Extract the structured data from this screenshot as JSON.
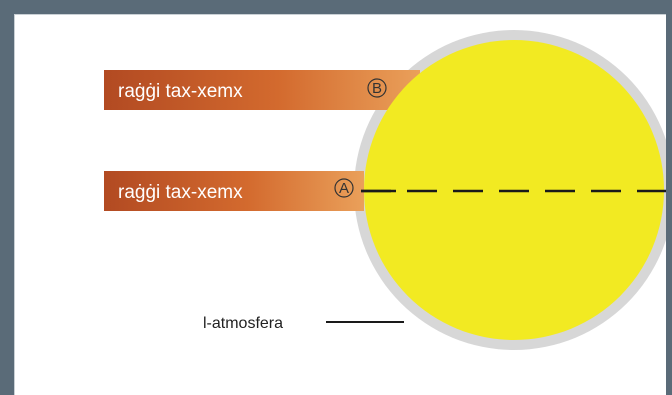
{
  "rays": [
    {
      "label": "raġġi tax-xemx",
      "marker": "B"
    },
    {
      "label": "raġġi tax-xemx",
      "marker": "A"
    }
  ],
  "atmosphere_label": "l-atmosfera",
  "colors": {
    "frame": "#5a6b78",
    "ray_dark": "#b24a22",
    "ray_light": "#e8893e",
    "planet": "#f2ea22",
    "atmosphere": "#d7d7d7"
  }
}
